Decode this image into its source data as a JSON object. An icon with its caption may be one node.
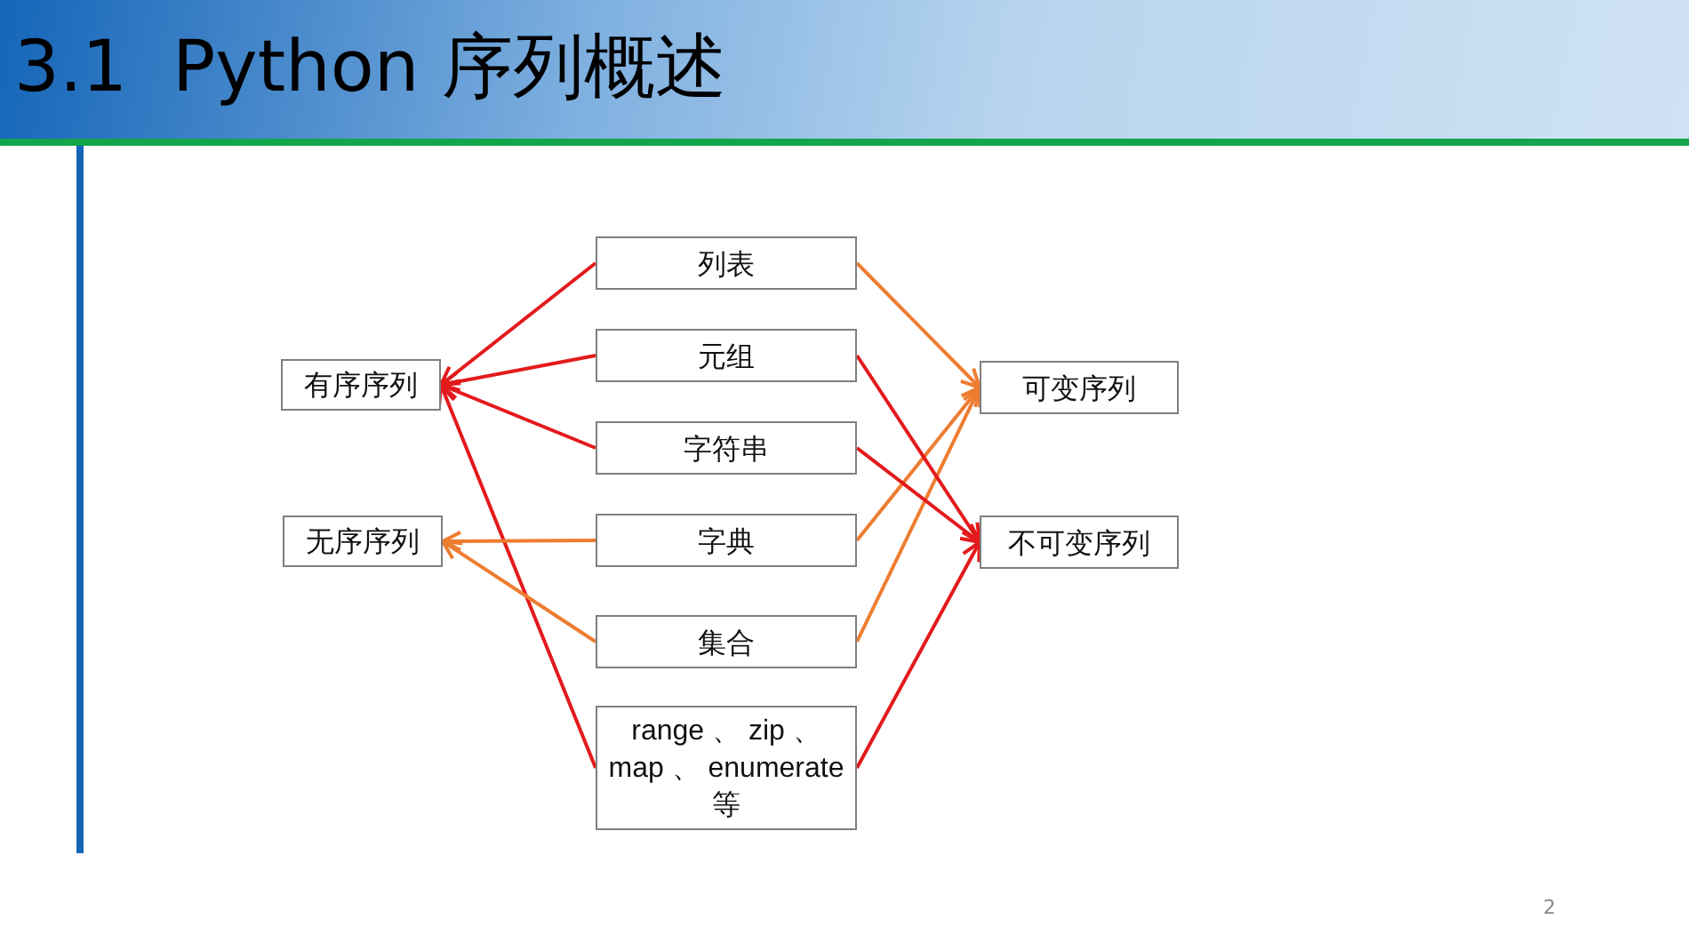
{
  "diagram": {
    "title": "3.1  Python 序列概述",
    "nodes": [
      {
        "text": [
          "有序序列"
        ]
      },
      {
        "text": [
          "无序序列"
        ]
      },
      {
        "text": [
          "列表"
        ]
      },
      {
        "text": [
          "元组"
        ]
      },
      {
        "text": [
          "字符串"
        ]
      },
      {
        "text": [
          "字典"
        ]
      },
      {
        "text": [
          "集合"
        ]
      },
      {
        "text": [
          "range 、 zip 、 map 、 enumerate 等"
        ]
      },
      {
        "text": [
          "可变序列"
        ]
      },
      {
        "text": [
          "不可变序列"
        ]
      }
    ],
    "edges": [
      {
        "from": 2,
        "to": 0,
        "arrow": "to"
      },
      {
        "from": 3,
        "to": 0,
        "arrow": "to"
      },
      {
        "from": 4,
        "to": 0,
        "arrow": "to"
      },
      {
        "from": 7,
        "to": 0,
        "arrow": "to"
      },
      {
        "from": 5,
        "to": 1,
        "arrow": "to",
        "color": "#ed7d31"
      },
      {
        "from": 6,
        "to": 1,
        "arrow": "to",
        "color": "#ed7d31"
      },
      {
        "from": 2,
        "to": 8,
        "arrow": "to",
        "color": "#ed7d31"
      },
      {
        "from": 5,
        "to": 8,
        "arrow": "to",
        "color": "#ed7d31"
      },
      {
        "from": 6,
        "to": 8,
        "arrow": "to",
        "color": "#ed7d31"
      },
      {
        "from": 3,
        "to": 9,
        "arrow": "to"
      },
      {
        "from": 4,
        "to": 9,
        "arrow": "to"
      },
      {
        "from": 7,
        "to": 9,
        "arrow": "to"
      }
    ],
    "labels": [
      "2"
    ]
  }
}
